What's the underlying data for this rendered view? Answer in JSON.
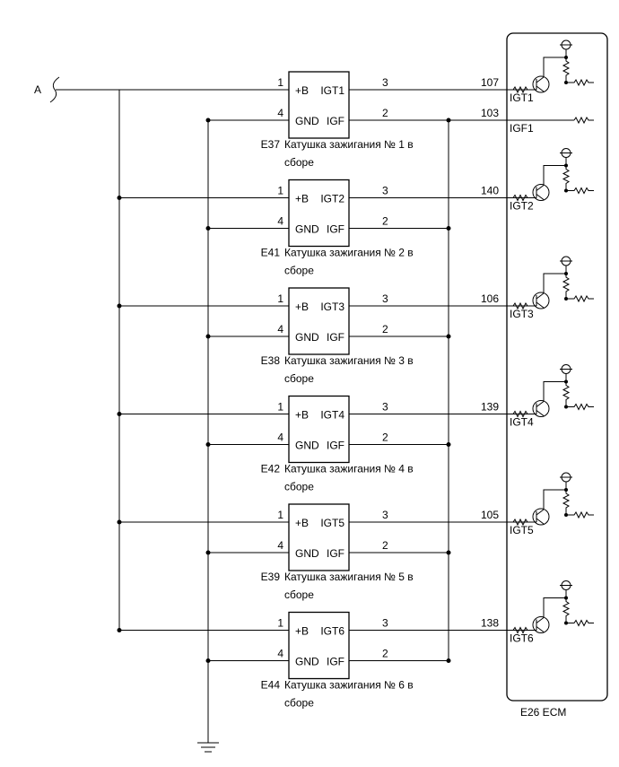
{
  "diagram": {
    "connector_a": "A",
    "coils": [
      {
        "connector": "E37",
        "caption_line1": "Катушка зажигания № 1 в",
        "caption_line2": "сборе",
        "pin_b": "1",
        "pin_gnd": "4",
        "pin_igt": "3",
        "pin_igf": "2",
        "label_b": "+B",
        "label_gnd": "GND",
        "label_igt": "IGT1",
        "label_igf": "IGF"
      },
      {
        "connector": "E41",
        "caption_line1": "Катушка зажигания № 2 в",
        "caption_line2": "сборе",
        "pin_b": "1",
        "pin_gnd": "4",
        "pin_igt": "3",
        "pin_igf": "2",
        "label_b": "+B",
        "label_gnd": "GND",
        "label_igt": "IGT2",
        "label_igf": "IGF"
      },
      {
        "connector": "E38",
        "caption_line1": "Катушка зажигания № 3 в",
        "caption_line2": "сборе",
        "pin_b": "1",
        "pin_gnd": "4",
        "pin_igt": "3",
        "pin_igf": "2",
        "label_b": "+B",
        "label_gnd": "GND",
        "label_igt": "IGT3",
        "label_igf": "IGF"
      },
      {
        "connector": "E42",
        "caption_line1": "Катушка зажигания № 4 в",
        "caption_line2": "сборе",
        "pin_b": "1",
        "pin_gnd": "4",
        "pin_igt": "3",
        "pin_igf": "2",
        "label_b": "+B",
        "label_gnd": "GND",
        "label_igt": "IGT4",
        "label_igf": "IGF"
      },
      {
        "connector": "E39",
        "caption_line1": "Катушка зажигания № 5 в",
        "caption_line2": "сборе",
        "pin_b": "1",
        "pin_gnd": "4",
        "pin_igt": "3",
        "pin_igf": "2",
        "label_b": "+B",
        "label_gnd": "GND",
        "label_igt": "IGT5",
        "label_igf": "IGF"
      },
      {
        "connector": "E44",
        "caption_line1": "Катушка зажигания № 6 в",
        "caption_line2": "сборе",
        "pin_b": "1",
        "pin_gnd": "4",
        "pin_igt": "3",
        "pin_igf": "2",
        "label_b": "+B",
        "label_gnd": "GND",
        "label_igt": "IGT6",
        "label_igf": "IGF"
      }
    ],
    "ecm": {
      "caption": "E26  ECM",
      "igt_pins": [
        "107",
        "140",
        "106",
        "139",
        "105",
        "138"
      ],
      "igt_labels": [
        "IGT1",
        "IGT2",
        "IGT3",
        "IGT4",
        "IGT5",
        "IGT6"
      ],
      "igf_pin": "103",
      "igf_label": "IGF1"
    }
  }
}
